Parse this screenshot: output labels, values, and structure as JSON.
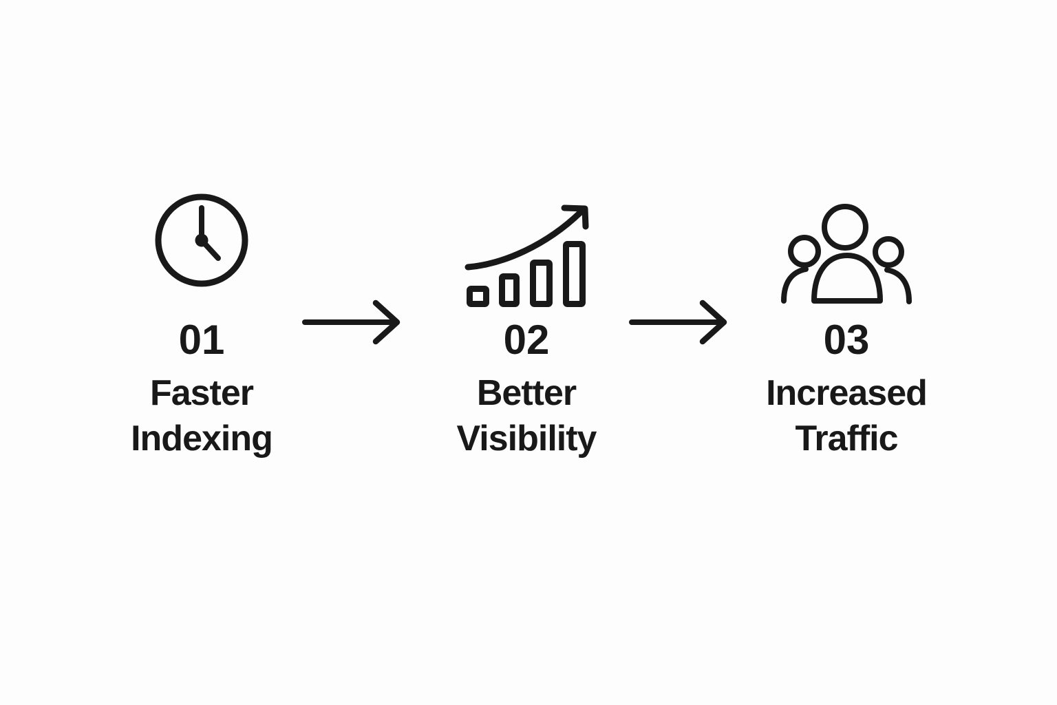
{
  "diagram": {
    "title": "seo-benefits-process-flow",
    "background_color": "#fdfdfd",
    "ink_color": "#191919",
    "steps": [
      {
        "number": "01",
        "label_line1": "Faster",
        "label_line2": "Indexing",
        "icon": "clock-icon"
      },
      {
        "number": "02",
        "label_line1": "Better",
        "label_line2": "Visibility",
        "icon": "growth-bar-chart-icon"
      },
      {
        "number": "03",
        "label_line1": "Increased",
        "label_line2": "Traffic",
        "icon": "people-group-icon"
      }
    ],
    "connectors": [
      {
        "icon": "arrow-right-icon"
      },
      {
        "icon": "arrow-right-icon"
      }
    ]
  }
}
